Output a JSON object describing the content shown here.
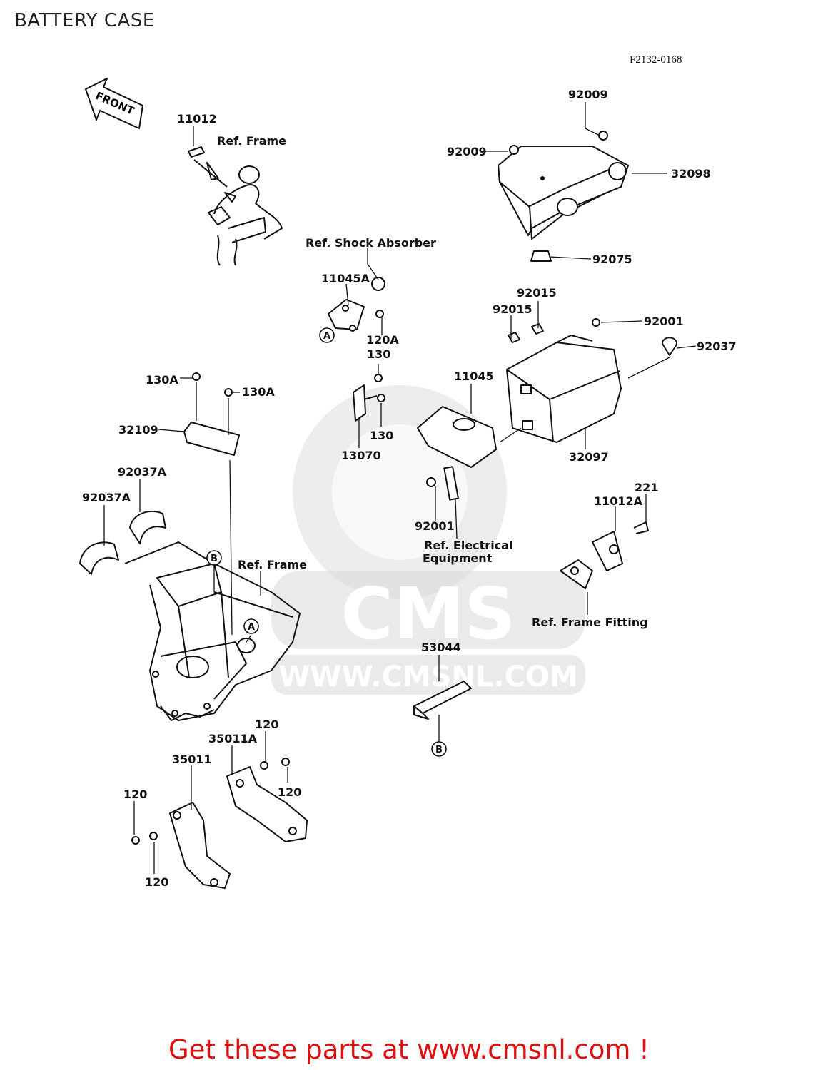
{
  "page": {
    "title": "BATTERY CASE",
    "diagram_code": "F2132-0168"
  },
  "watermark": {
    "logo_text": "CMS",
    "url_text": "WWW.CMSNL.COM"
  },
  "front_arrow": {
    "text": "FRONT"
  },
  "callouts": {
    "c11012": "11012",
    "ref_frame_top": "Ref. Frame",
    "c92009_top": "92009",
    "c92009_left": "92009",
    "c32098": "32098",
    "c92075": "92075",
    "ref_shock": "Ref. Shock Absorber",
    "c11045A": "11045A",
    "c120A": "120A",
    "c130_top": "130",
    "c130_bottom": "130",
    "c13070": "13070",
    "c92015_a": "92015",
    "c92015_b": "92015",
    "c92001_top": "92001",
    "c92037": "92037",
    "c11045": "11045",
    "c32097": "32097",
    "c92001_bottom": "92001",
    "ref_electrical_1": "Ref. Electrical",
    "ref_electrical_2": "Equipment",
    "c221": "221",
    "c11012A": "11012A",
    "ref_frame_fitting": "Ref. Frame Fitting",
    "c130A_left": "130A",
    "c130A_right": "130A",
    "c32109": "32109",
    "c92037A_a": "92037A",
    "c92037A_b": "92037A",
    "ref_frame_mid": "Ref. Frame",
    "c53044": "53044",
    "c35011A": "35011A",
    "c120_a": "120",
    "c120_b": "120",
    "c35011": "35011",
    "c120_c": "120",
    "c120_d": "120"
  },
  "markers": {
    "A": "A",
    "B": "B"
  },
  "footer": {
    "prefix": "Get these parts at ",
    "link": "www.cmsnl.com",
    "suffix": " !"
  },
  "colors": {
    "footer": "#e01010",
    "watermark": "#d8d8d8",
    "ink": "#111111"
  }
}
